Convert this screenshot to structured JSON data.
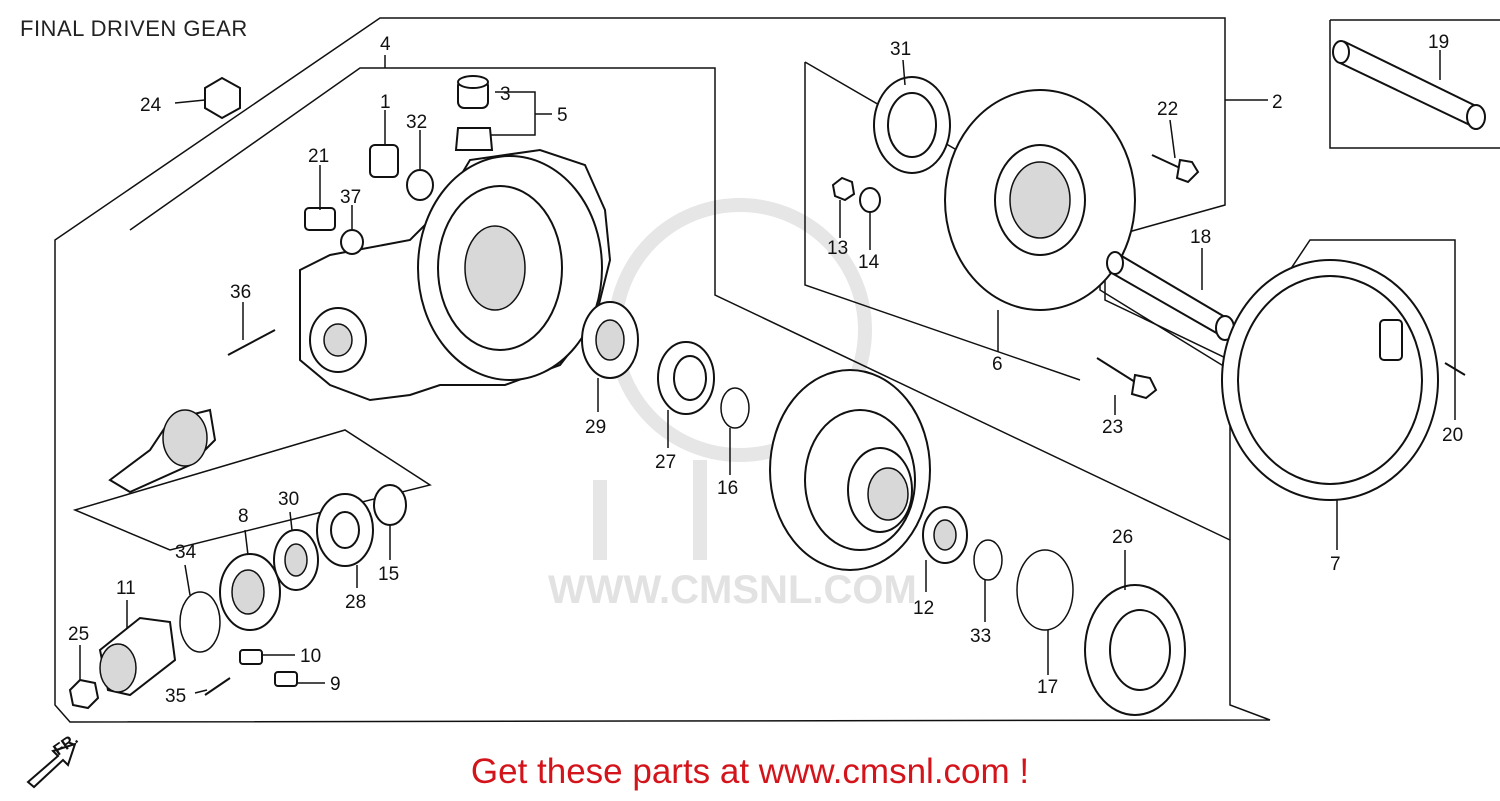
{
  "title": "FINAL DRIVEN GEAR",
  "promo": "Get these parts at www.cmsnl.com !",
  "watermark": "WWW.CMSNL.COM",
  "front_marker": "FR.",
  "part_numbers": {
    "p1": "1",
    "p2": "2",
    "p3": "3",
    "p4": "4",
    "p5": "5",
    "p6": "6",
    "p7": "7",
    "p8": "8",
    "p9": "9",
    "p10": "10",
    "p11": "11",
    "p12": "12",
    "p13": "13",
    "p14": "14",
    "p15": "15",
    "p16": "16",
    "p17": "17",
    "p18": "18",
    "p19": "19",
    "p20": "20",
    "p21": "21",
    "p22": "22",
    "p23": "23",
    "p24": "24",
    "p25": "25",
    "p26": "26",
    "p27": "27",
    "p28": "28",
    "p29": "29",
    "p30": "30",
    "p31": "31",
    "p32": "32",
    "p33": "33",
    "p34": "34",
    "p35": "35",
    "p36": "36",
    "p37": "37"
  },
  "colors": {
    "promo": "#d4141b",
    "watermark": "#e2e2e2",
    "lines": "#111111"
  }
}
